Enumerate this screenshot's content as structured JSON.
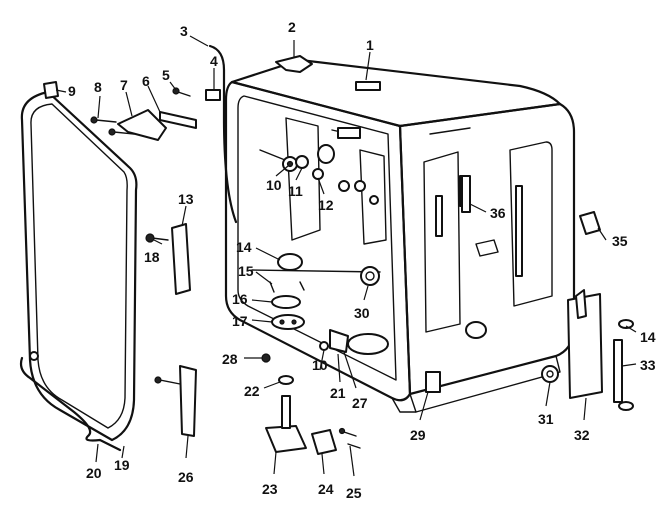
{
  "diagram": {
    "callouts": [
      "1",
      "2",
      "3",
      "4",
      "5",
      "6",
      "7",
      "8",
      "9",
      "10",
      "11",
      "12",
      "13",
      "14",
      "15",
      "16",
      "17",
      "18",
      "19",
      "20",
      "21",
      "22",
      "23",
      "24",
      "25",
      "26",
      "27",
      "28",
      "29",
      "30",
      "31",
      "32",
      "33",
      "35",
      "36"
    ],
    "callouts_right_side": [
      "14",
      "10"
    ]
  }
}
